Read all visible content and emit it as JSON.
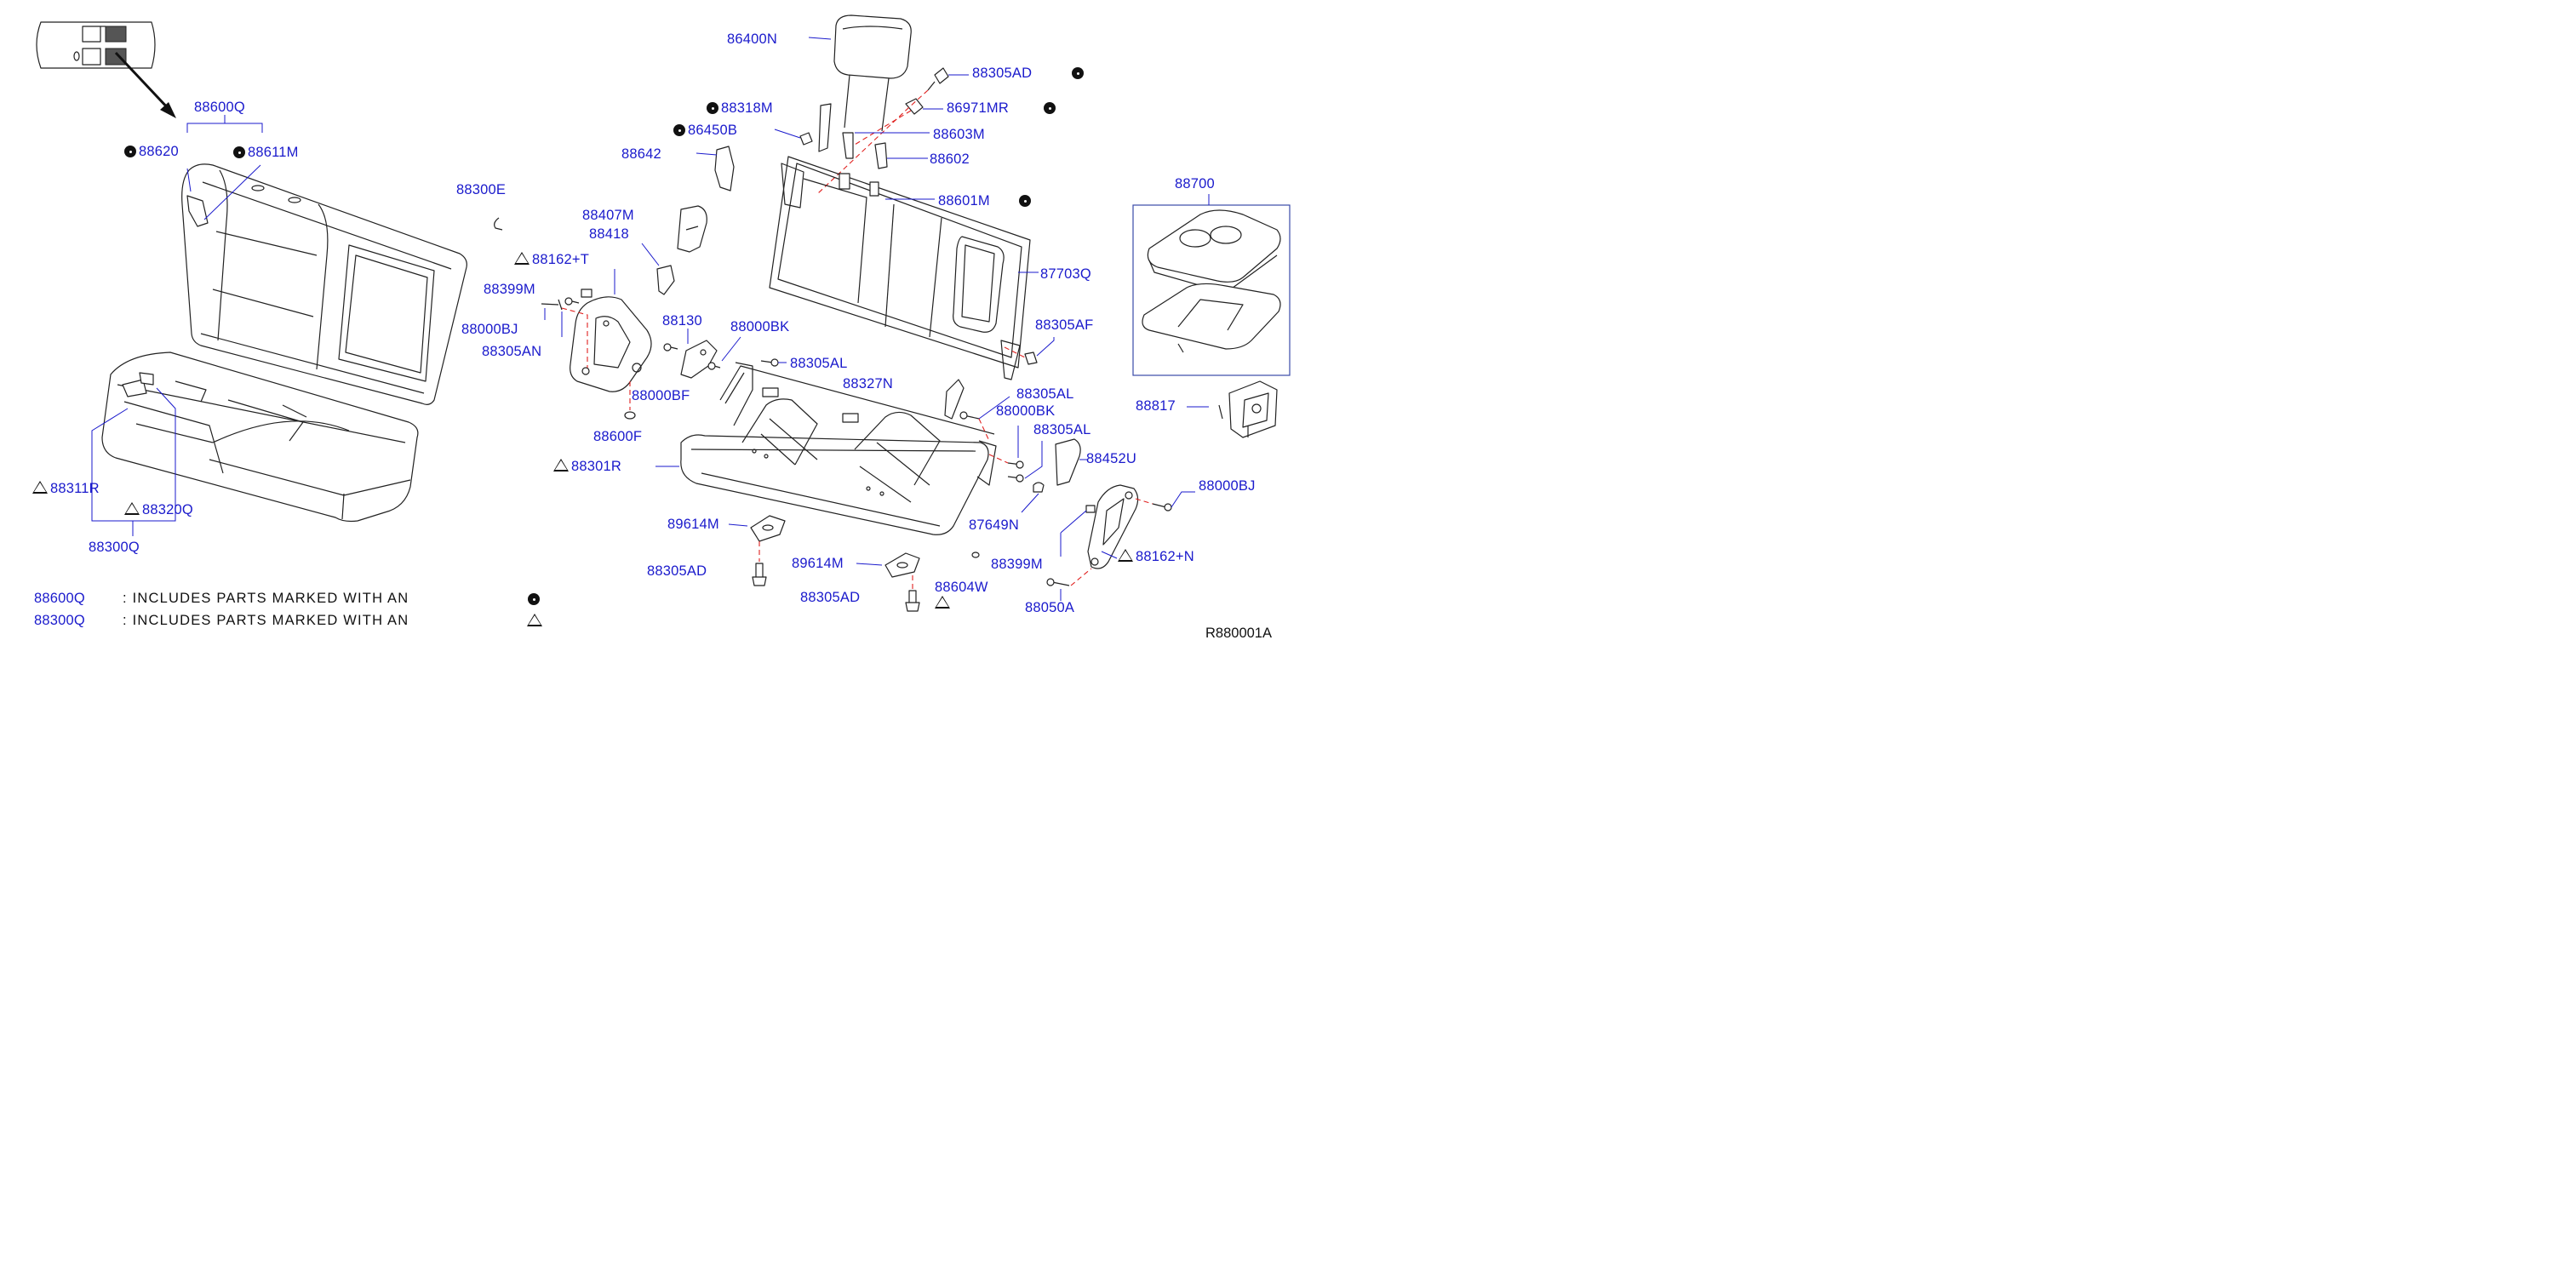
{
  "labels": {
    "p86400N": "86400N",
    "p88305AD_top": "88305AD",
    "p88318M": "88318M",
    "p86971MR": "86971MR",
    "p86450B": "86450B",
    "p88603M": "88603M",
    "p88642": "88642",
    "p88602": "88602",
    "p88600Q": "88600Q",
    "p88620": "88620",
    "p88611M": "88611M",
    "p88300E": "88300E",
    "p88407M": "88407M",
    "p88418": "88418",
    "p88601M": "88601M",
    "p88700": "88700",
    "p88162T": "88162+T",
    "p88399M_left": "88399M",
    "p87703Q": "87703Q",
    "p88000BJ_left": "88000BJ",
    "p88130": "88130",
    "p88000BK_top": "88000BK",
    "p88305AF": "88305AF",
    "p88305AN": "88305AN",
    "p88305AL_a": "88305AL",
    "p88327N": "88327N",
    "p88000BF": "88000BF",
    "p88305AL_b": "88305AL",
    "p88817": "88817",
    "p88000BK_mid": "88000BK",
    "p88305AL_c": "88305AL",
    "p88600F": "88600F",
    "p88452U": "88452U",
    "p88301R": "88301R",
    "p88000BJ_right": "88000BJ",
    "p88311R": "88311R",
    "p88320Q": "88320Q",
    "p89614M_a": "89614M",
    "p87649N": "87649N",
    "p88300Q": "88300Q",
    "p88162N": "88162+N",
    "p88305AD_mid": "88305AD",
    "p89614M_b": "89614M",
    "p88399M_right": "88399M",
    "p88604W": "88604W",
    "p88305AD_bot": "88305AD",
    "p88050A": "88050A"
  },
  "legend": {
    "row1_part": "88600Q",
    "row1_text": ":  INCLUDES  PARTS  MARKED  WITH  AN",
    "row2_part": "88300Q",
    "row2_text": ":  INCLUDES  PARTS  MARKED  WITH  AN"
  },
  "ref_code": "R880001A",
  "colors": {
    "label_blue": "#1a1acc",
    "line_art": "#222222",
    "dashed_red": "#e0201e"
  }
}
